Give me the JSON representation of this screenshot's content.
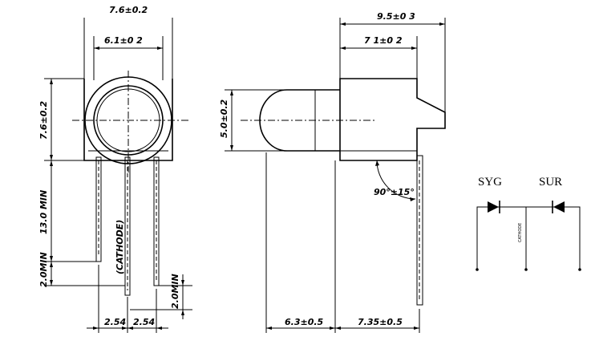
{
  "front_view": {
    "dim_top_outer": "7.6±0.2",
    "dim_top_inner": "6.1±0 2",
    "dim_height": "7.6±0.2",
    "dim_lead_length": "13.0  MIN",
    "dim_left_min": "2.0MIN",
    "dim_right_min": "2.0MIN",
    "pitch_left": "2.54",
    "pitch_right": "2.54",
    "cathode_label": "(CATHODE)"
  },
  "side_view": {
    "dim_top_overall": "9.5±0 3",
    "dim_top_body": "7 1±0 2",
    "dim_lens_height": "5.0±0.2",
    "dim_angle": "90°±15°",
    "dim_bottom_left": "6.3±0.5",
    "dim_bottom_right": "7.35±0.5"
  },
  "schematic": {
    "label_left": "SYG",
    "label_right": "SUR",
    "common_label": "CATHODE"
  }
}
